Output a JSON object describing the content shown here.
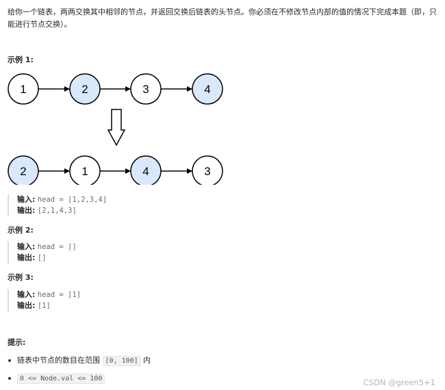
{
  "description": "给你一个链表，两两交换其中相邻的节点，并返回交换后链表的头节点。你必须在不修改节点内部的值的情况下完成本题（即，只能进行节点交换）。",
  "example1": {
    "title": "示例 1:",
    "input_label": "输入:",
    "input_value": "head = [1,2,3,4]",
    "output_label": "输出:",
    "output_value": "[2,1,4,3]",
    "diagram": {
      "before": [
        "1",
        "2",
        "3",
        "4"
      ],
      "after": [
        "2",
        "1",
        "4",
        "3"
      ],
      "colors": {
        "highlight_fill": "#dae8fc",
        "plain_fill": "#ffffff",
        "stroke": "#000000"
      }
    }
  },
  "example2": {
    "title": "示例 2:",
    "input_label": "输入:",
    "input_value": "head = []",
    "output_label": "输出:",
    "output_value": "[]"
  },
  "example3": {
    "title": "示例 3:",
    "input_label": "输入:",
    "input_value": "head = [1]",
    "output_label": "输出:",
    "output_value": "[1]"
  },
  "tips": {
    "title": "提示:",
    "item1_prefix": "链表中节点的数目在范围",
    "item1_code": "[0, 100]",
    "item1_suffix": "内",
    "item2_code": "0 <= Node.val <= 100"
  },
  "watermark": "CSDN @green5+1"
}
